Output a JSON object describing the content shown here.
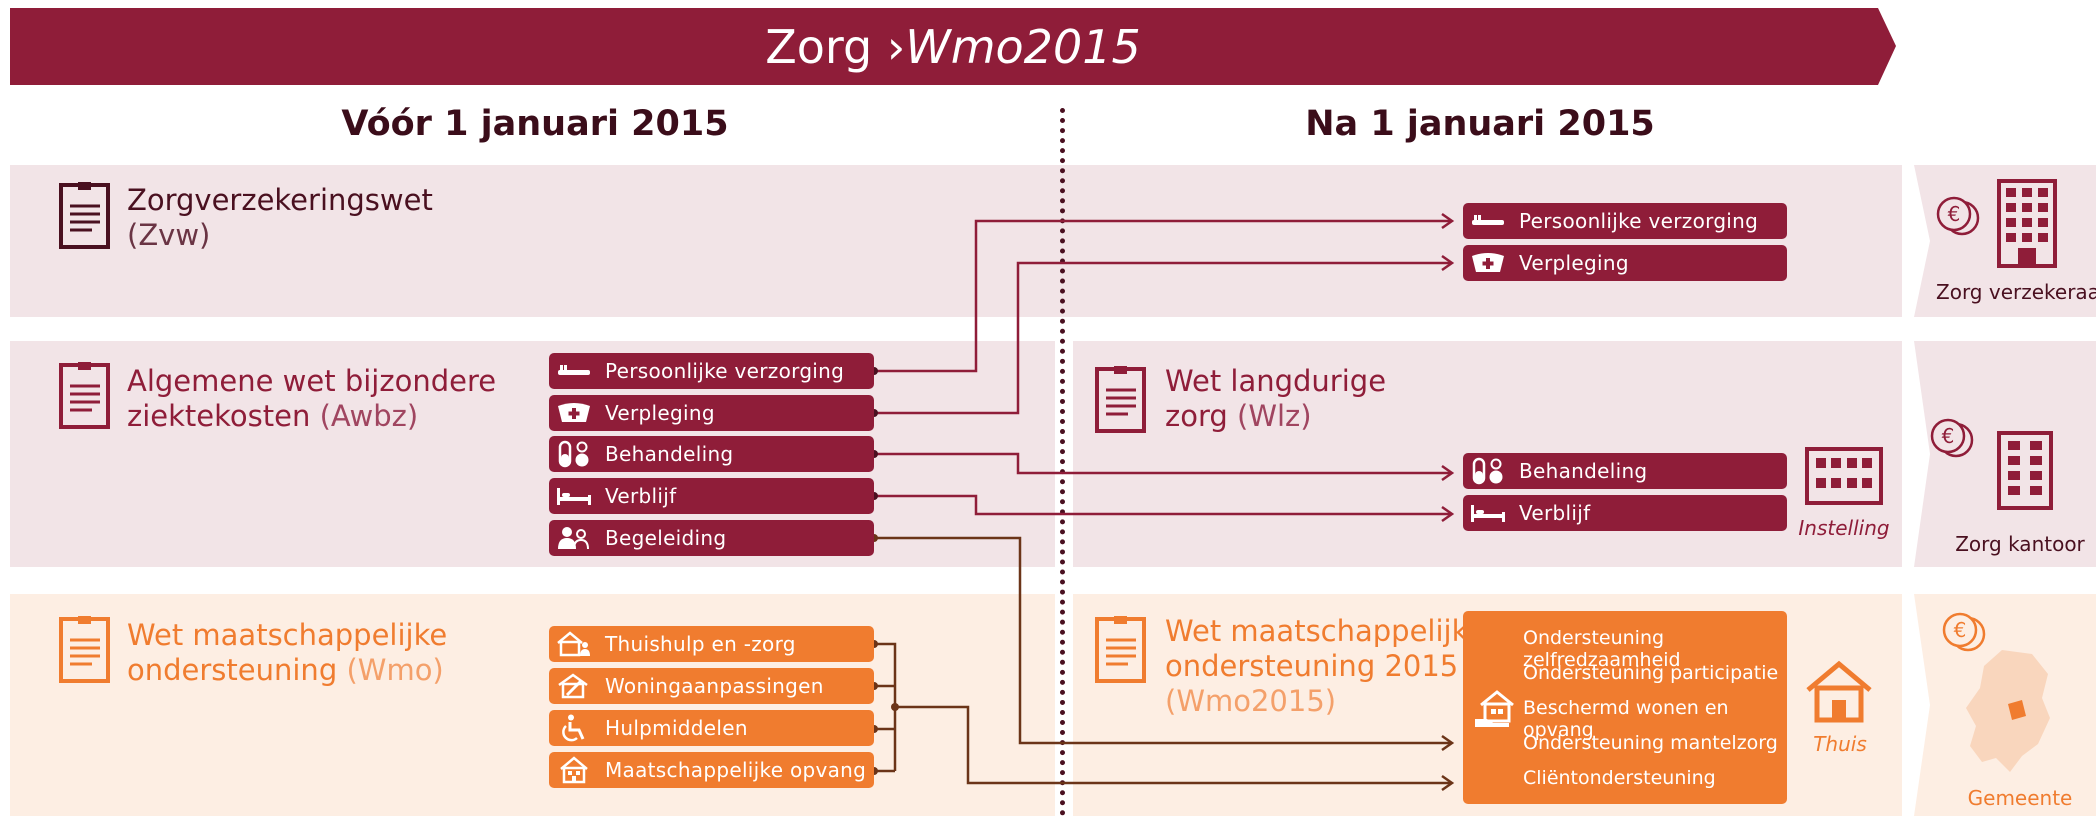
{
  "banner": {
    "part1": "Zorg › ",
    "part2": "Wmo2015"
  },
  "columns": {
    "before": "Vóór 1 januari 2015",
    "after": "Na 1 januari 2015"
  },
  "laws": {
    "zvw": {
      "title": "Zorgverzekeringswet",
      "abbr": "(Zvw)"
    },
    "awbz": {
      "title_line1": "Algemene wet bijzondere",
      "title_line2": "ziektekosten",
      "abbr": "(Awbz)"
    },
    "wmo": {
      "title_line1": "Wet maatschappelijke",
      "title_line2": "ondersteuning",
      "abbr": "(Wmo)"
    },
    "wlz": {
      "title_line1": "Wet langdurige",
      "title_line2": "zorg",
      "abbr": "(Wlz)"
    },
    "wmo2015": {
      "title_line1": "Wet maatschappelijke",
      "title_line2": "ondersteuning 2015",
      "abbr": "(Wmo2015)"
    }
  },
  "awbz_items": [
    {
      "label": "Persoonlijke verzorging",
      "icon": "toothbrush-icon"
    },
    {
      "label": "Verpleging",
      "icon": "nurse-cap-icon"
    },
    {
      "label": "Behandeling",
      "icon": "pills-icon"
    },
    {
      "label": "Verblijf",
      "icon": "bed-icon"
    },
    {
      "label": "Begeleiding",
      "icon": "people-icon"
    }
  ],
  "wmo_items": [
    {
      "label": "Thuishulp en -zorg",
      "icon": "home-help-icon"
    },
    {
      "label": "Woningaanpassingen",
      "icon": "home-tools-icon"
    },
    {
      "label": "Hulpmiddelen",
      "icon": "wheelchair-icon"
    },
    {
      "label": "Maatschappelijke opvang",
      "icon": "shelter-icon"
    }
  ],
  "zvw_new": [
    {
      "label": "Persoonlijke verzorging",
      "icon": "toothbrush-icon"
    },
    {
      "label": "Verpleging",
      "icon": "nurse-cap-icon"
    }
  ],
  "wlz_new": [
    {
      "label": "Behandeling",
      "icon": "pills-icon"
    },
    {
      "label": "Verblijf",
      "icon": "bed-icon"
    }
  ],
  "wmo2015_items": [
    "Ondersteuning zelfredzaamheid",
    "Ondersteuning participatie",
    "Beschermd wonen en opvang",
    "Ondersteuning mantelzorg",
    "Cliëntondersteuning"
  ],
  "place_labels": {
    "instelling": "Instelling",
    "thuis": "Thuis"
  },
  "funders": {
    "zvw": "Zorg verzekeraar",
    "wlz": "Zorg kantoor",
    "wmo": "Gemeente"
  },
  "colors": {
    "wine": "#8f1d39",
    "orange": "#f07c2f",
    "pink_band": "#f2e4e7",
    "peach_band": "#fdeee3"
  }
}
